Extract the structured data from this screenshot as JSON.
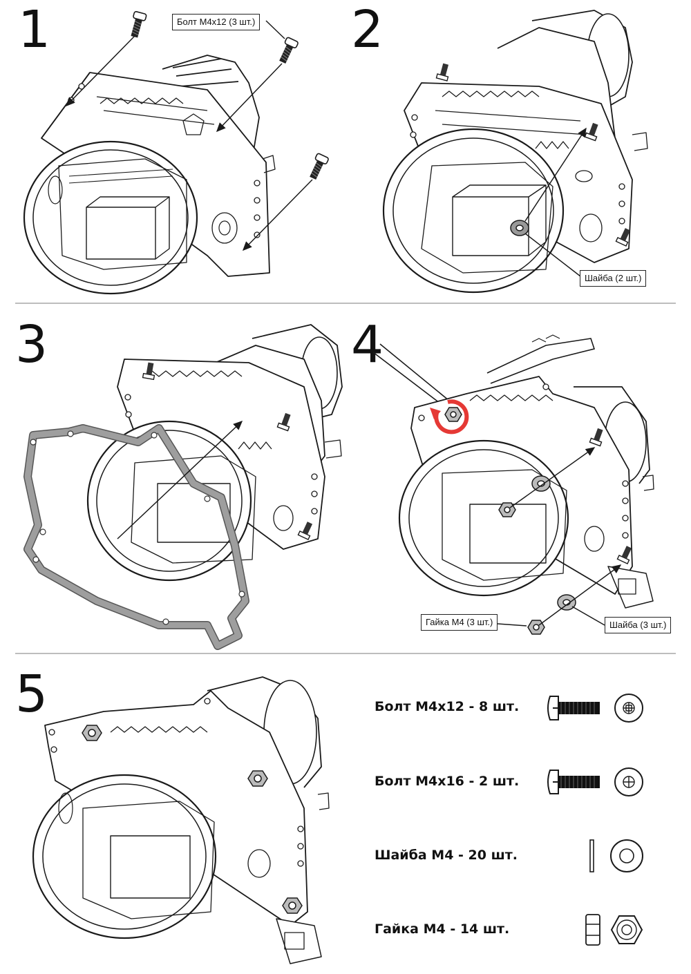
{
  "steps": [
    {
      "number": "1",
      "callouts": [
        "Болт М4х12 (3 шт.)"
      ]
    },
    {
      "number": "2",
      "callouts": [
        "Шайба (2 шт.)"
      ]
    },
    {
      "number": "3",
      "callouts": []
    },
    {
      "number": "4",
      "callouts": [
        "Гайка М4 (3 шт.)",
        "Шайба (3 шт.)"
      ]
    },
    {
      "number": "5",
      "callouts": []
    }
  ],
  "legend": [
    {
      "label": "Болт М4х12 - 8 шт.",
      "icon": "bolt-icon"
    },
    {
      "label": "Болт М4х16 - 2 шт.",
      "icon": "bolt-icon"
    },
    {
      "label": "Шайба М4 - 20 шт.",
      "icon": "washer-icon"
    },
    {
      "label": "Гайка М4 - 14 шт.",
      "icon": "nut-icon"
    }
  ],
  "colors": {
    "line": "#1a1a1a",
    "rotate_arrow": "#e53935",
    "gasket": "#9e9e9e",
    "divider": "#bdbdbd"
  }
}
